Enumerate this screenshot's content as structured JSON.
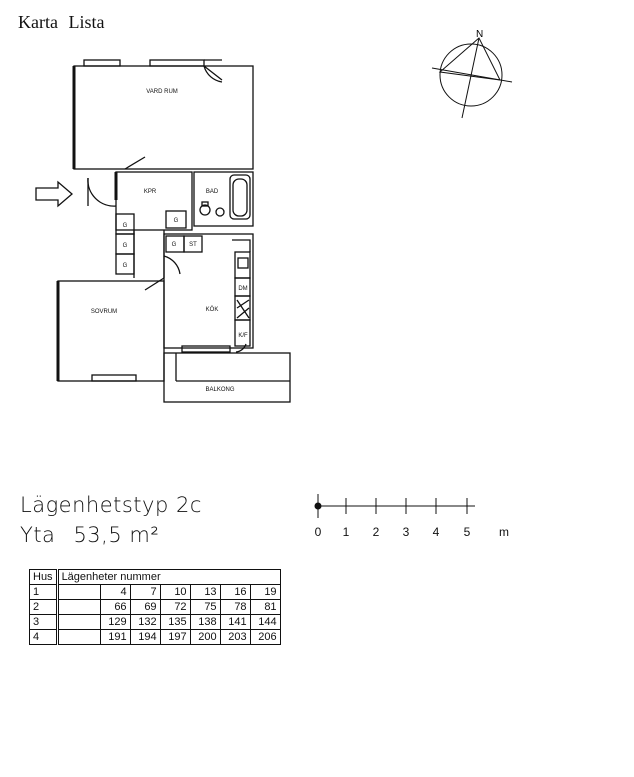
{
  "nav": {
    "karta": "Karta",
    "lista": "Lista"
  },
  "plan": {
    "rooms": {
      "vardagsrum": "VARD RUM",
      "kpr": "KPR",
      "bad": "BAD",
      "sovrum": "SOVRUM",
      "kok": "KÖK",
      "balkong": "BALKONG"
    },
    "marks": {
      "g": "G",
      "st": "ST",
      "dm": "DM",
      "kf": "K/F"
    }
  },
  "compass": {
    "north": "N"
  },
  "apartment": {
    "type_label": "Lägenhetstyp 2c",
    "area_label": "Yta",
    "area_value": "53,5 m²"
  },
  "scale": {
    "ticks": [
      "0",
      "1",
      "2",
      "3",
      "4",
      "5"
    ],
    "unit": "m"
  },
  "table": {
    "header_hus": "Hus",
    "header_units": "Lägenheter nummer",
    "rows": [
      {
        "hus": "1",
        "nums": [
          "4",
          "7",
          "10",
          "13",
          "16",
          "19"
        ]
      },
      {
        "hus": "2",
        "nums": [
          "66",
          "69",
          "72",
          "75",
          "78",
          "81"
        ]
      },
      {
        "hus": "3",
        "nums": [
          "129",
          "132",
          "135",
          "138",
          "141",
          "144"
        ]
      },
      {
        "hus": "4",
        "nums": [
          "191",
          "194",
          "197",
          "200",
          "203",
          "206"
        ]
      }
    ]
  }
}
